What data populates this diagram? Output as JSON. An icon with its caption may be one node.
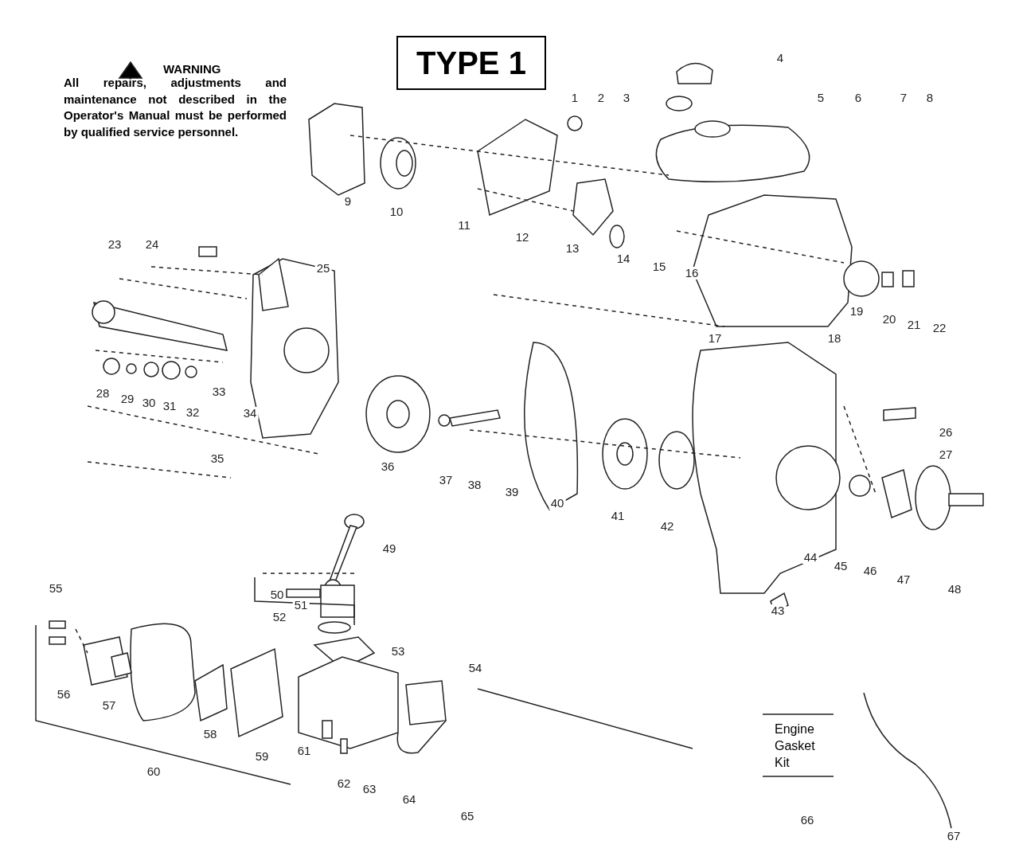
{
  "diagram": {
    "title": "TYPE 1",
    "labels": [
      "WARNING",
      "All repairs, adjustments and maintenance not described in the Operator's Manual must be performed by qualified service personnel.",
      "1",
      "2",
      "3",
      "4",
      "5",
      "6",
      "7",
      "8",
      "9",
      "10",
      "11",
      "12",
      "13",
      "14",
      "15",
      "16",
      "17",
      "18",
      "19",
      "20",
      "21",
      "22",
      "23",
      "24",
      "25",
      "26",
      "27",
      "28",
      "29",
      "30",
      "31",
      "32",
      "33",
      "34",
      "35",
      "36",
      "37",
      "38",
      "39",
      "40",
      "41",
      "42",
      "43",
      "44",
      "45",
      "46",
      "47",
      "48",
      "49",
      "50",
      "51",
      "52",
      "53",
      "54",
      "55",
      "56",
      "57",
      "58",
      "59",
      "60",
      "61",
      "62",
      "63",
      "64",
      "65",
      "66",
      "67",
      "Engine Gasket Kit"
    ]
  }
}
